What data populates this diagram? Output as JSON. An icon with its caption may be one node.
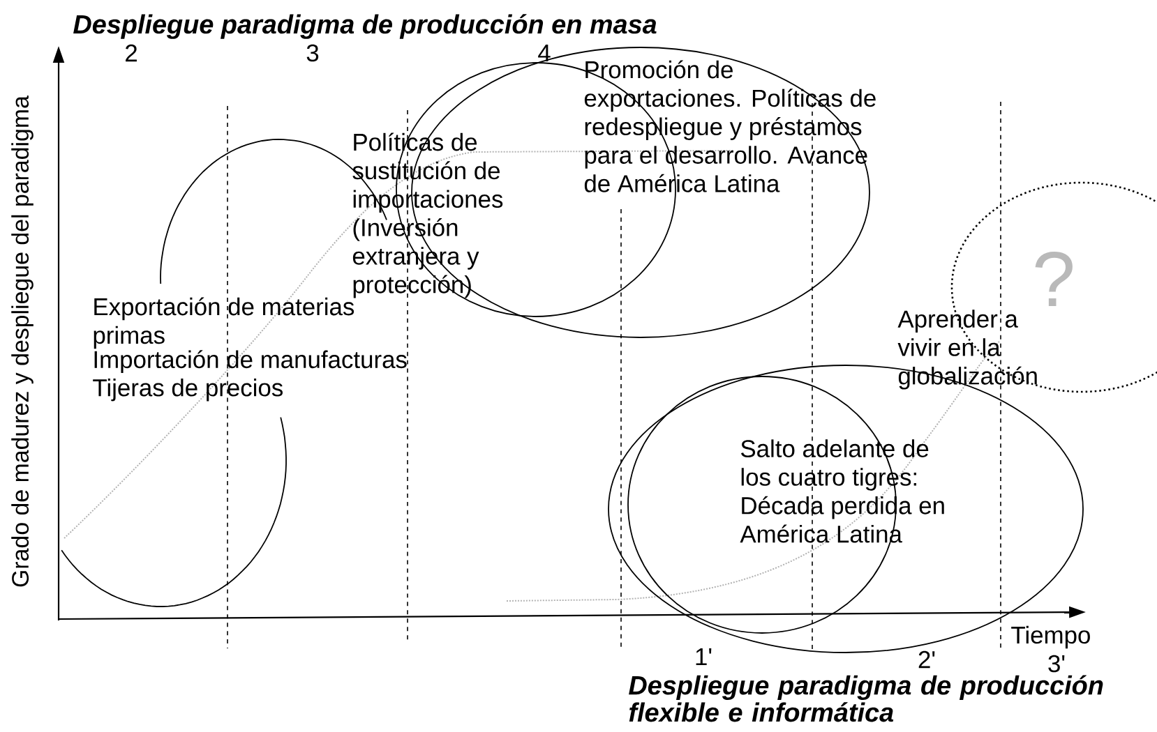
{
  "diagram": {
    "nodes": [
      {
        "text": [
          "Exportación de materias primas",
          "Importación de manufacturas",
          "Tijeras de precios"
        ]
      },
      {
        "text": [
          "Políticas de sustitución de importaciones (Inversión extranjera y protección)"
        ]
      },
      {
        "text": [
          "Promoción de exportaciones. Políticas de redespliegue y préstamos para el desarrollo. Avance de América Latina"
        ]
      },
      {
        "text": [
          "Aprender a vivir en la globalización"
        ]
      },
      {
        "text": [
          "?"
        ]
      },
      {
        "text": [
          "Salto adelante de los cuatro tigres: Década perdida en América Latina"
        ]
      }
    ],
    "labels": [
      "Despliegue paradigma de producción en masa",
      "2",
      "3",
      "4",
      "Grado de madurez y despliegue del paradigma",
      "1'",
      "2'",
      "Tiempo",
      "3'",
      "Despliegue paradigma de producción flexible e informática"
    ]
  }
}
